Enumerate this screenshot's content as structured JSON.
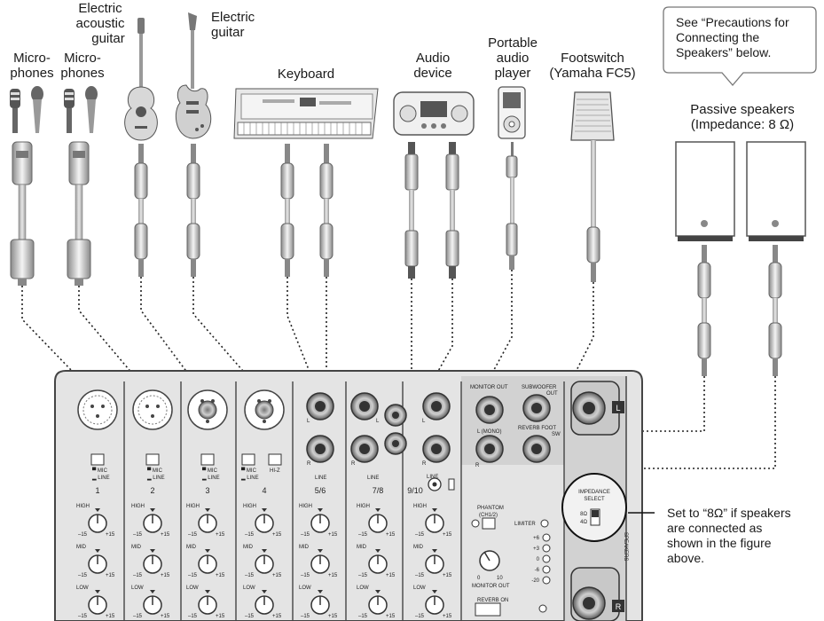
{
  "devices": {
    "microphones_1": [
      "Micro-",
      "phones"
    ],
    "microphones_2": [
      "Micro-",
      "phones"
    ],
    "electric_acoustic_guitar": [
      "Electric",
      "acoustic",
      "guitar"
    ],
    "electric_guitar": [
      "Electric",
      "guitar"
    ],
    "keyboard": "Keyboard",
    "audio_device": [
      "Audio",
      "device"
    ],
    "portable_audio_player": [
      "Portable",
      "audio",
      "player"
    ],
    "footswitch": [
      "Footswitch",
      "(Yamaha FC5)"
    ],
    "passive_speakers": [
      "Passive speakers",
      "(Impedance: 8 Ω)"
    ]
  },
  "callouts": {
    "precautions": [
      "See “Precautions for",
      "Connecting the",
      "Speakers” below."
    ],
    "impedance_note": [
      "Set to “8Ω” if speakers",
      "are connected as",
      "shown in the figure",
      "above."
    ]
  },
  "mixer": {
    "channels": [
      "1",
      "2",
      "3",
      "4",
      "5/6",
      "7/8",
      "9/10"
    ],
    "mic_label": "MIC",
    "line_label": "LINE",
    "hiz_label": "HI-Z",
    "line_text": "LINE",
    "jack_l": "L",
    "jack_r": "R",
    "eq_high": "HIGH",
    "eq_mid": "MID",
    "eq_low": "LOW",
    "eq_min": "–15",
    "eq_max": "+15",
    "monitor_out": "MONITOR OUT",
    "mono": "(MONO)",
    "subwoofer_out": [
      "SUBWOOFER",
      "OUT"
    ],
    "reverb_foot_sw": [
      "REVERB FOOT",
      "SW"
    ],
    "phantom": [
      "PHANTOM",
      "(CH1/2)"
    ],
    "limiter": "LIMITER",
    "meter_levels": [
      "+6",
      "+3",
      "0",
      "-6",
      "-20"
    ],
    "monitor_out_knob": "MONITOR OUT",
    "knob_min": "0",
    "knob_max": "10",
    "reverb_on": "REVERB ON",
    "impedance_select": [
      "IMPEDANCE",
      "SELECT"
    ],
    "imp_8": "8Ω",
    "imp_4": "4Ω",
    "speakers_label": "SPEAKERS",
    "speaker_l": "L",
    "speaker_r": "R"
  }
}
